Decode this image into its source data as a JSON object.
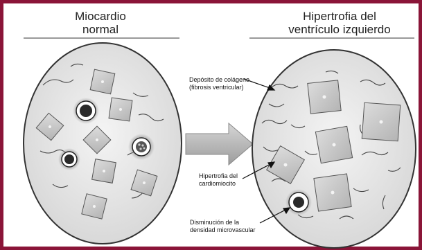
{
  "left_panel": {
    "title_line1": "Miocardio",
    "title_line2": "normal"
  },
  "right_panel": {
    "title_line1": "Hipertrofia del",
    "title_line2": "ventrículo izquierdo"
  },
  "labels": {
    "collagen_line1": "Depósito de colágeno",
    "collagen_line2": "(fibrosis ventricular)",
    "hypertrophy_line1": "Hipertrofia del",
    "hypertrophy_line2": "cardiomiocito",
    "density_line1": "Disminución de la",
    "density_line2": "densidad microvascular"
  },
  "colors": {
    "border": "#8a1538",
    "oval_fill": "#e6e6e6",
    "cell_fill": "#c8c8c8",
    "arrow_fill": "#b0b0b0"
  },
  "icons": {
    "transition_arrow": "right-arrow"
  }
}
